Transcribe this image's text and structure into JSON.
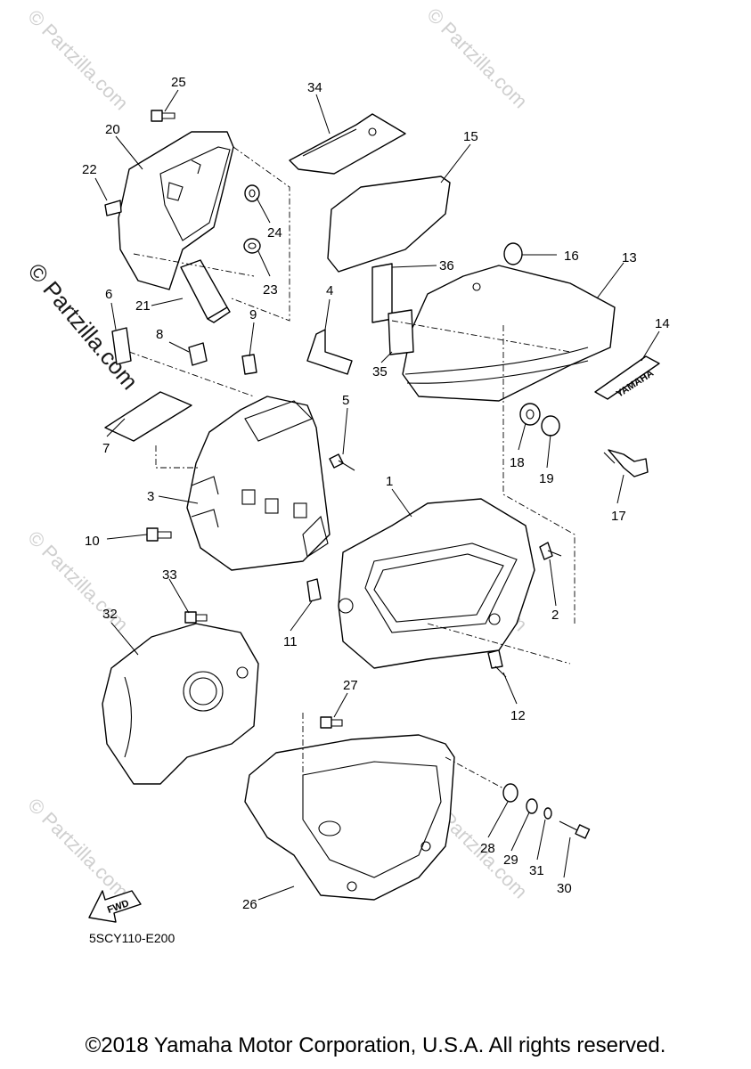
{
  "diagram_code": "5SCY110-E200",
  "copyright": "©2018 Yamaha Motor Corporation, U.S.A. All rights reserved.",
  "watermark_text": "© Partzilla.com",
  "fwd_label": "FWD",
  "brand_label": "YAMAHA",
  "callouts": [
    "1",
    "2",
    "3",
    "4",
    "5",
    "6",
    "7",
    "8",
    "9",
    "10",
    "11",
    "12",
    "13",
    "14",
    "15",
    "16",
    "17",
    "18",
    "19",
    "20",
    "21",
    "22",
    "23",
    "24",
    "25",
    "26",
    "27",
    "28",
    "29",
    "30",
    "31",
    "32",
    "33",
    "34",
    "35",
    "36"
  ]
}
